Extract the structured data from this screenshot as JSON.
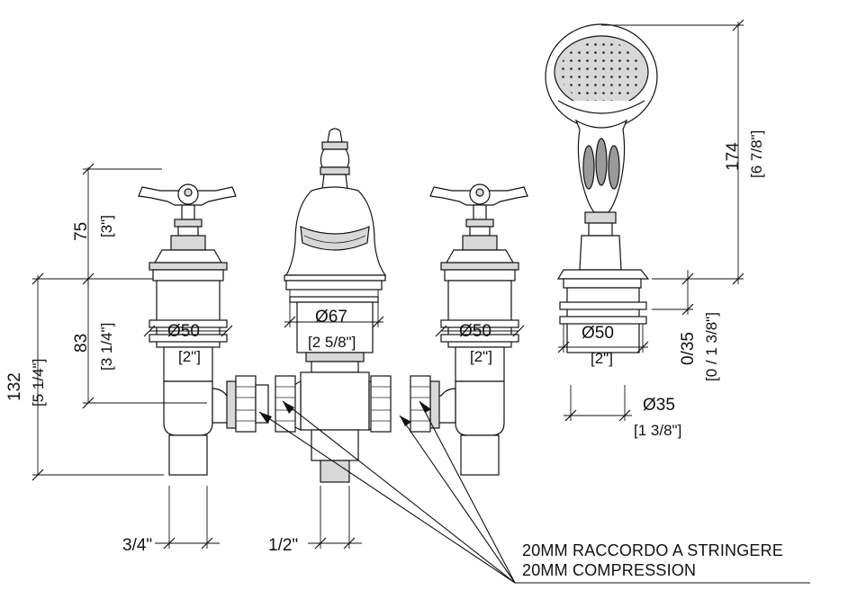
{
  "dimensions": {
    "handle_height_mm": "75",
    "handle_height_in": "[3\"]",
    "body_height_mm": "83",
    "body_height_in": "[3 1/4\"]",
    "total_height_mm": "132",
    "total_height_in": "[5 1/4\"]",
    "valve_diameter_mm": "Ø50",
    "valve_diameter_in": "[2\"]",
    "spout_diameter_mm": "Ø67",
    "spout_diameter_in": "[2 5/8\"]",
    "handshower_diameter_mm": "Ø50",
    "handshower_diameter_in": "[2\"]",
    "handshower_height_mm": "174",
    "handshower_height_in": "[6 7/8\"]",
    "deck_thickness_mm": "0/35",
    "deck_thickness_in": "[0 / 1 3/8\"]",
    "tail_diameter_mm": "Ø35",
    "tail_diameter_in": "[1 3/8\"]",
    "thread_valve": "3/4\"",
    "thread_spout": "1/2\""
  },
  "callout": {
    "line1": "20MM RACCORDO A STRINGERE",
    "line2": "20MM COMPRESSION"
  }
}
